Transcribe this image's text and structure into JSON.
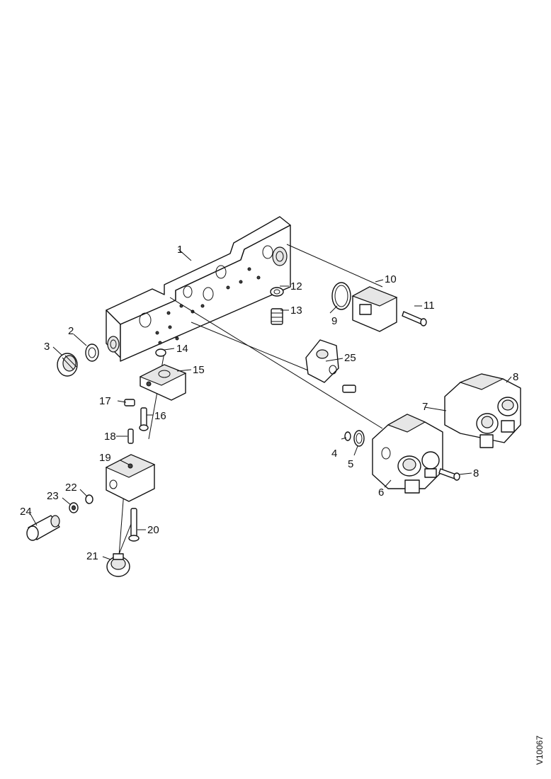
{
  "diagram": {
    "reference_code": "V10067",
    "callouts": {
      "c1": "1",
      "c2": "2",
      "c3": "3",
      "c4": "4",
      "c5": "5",
      "c6": "6",
      "c7": "7",
      "c8a": "8",
      "c8b": "8",
      "c9": "9",
      "c10": "10",
      "c11": "11",
      "c12": "12",
      "c13": "13",
      "c14": "14",
      "c15": "15",
      "c16": "16",
      "c17": "17",
      "c18": "18",
      "c19": "19",
      "c20": "20",
      "c21": "21",
      "c22": "22",
      "c23": "23",
      "c24": "24",
      "c25": "25"
    }
  }
}
